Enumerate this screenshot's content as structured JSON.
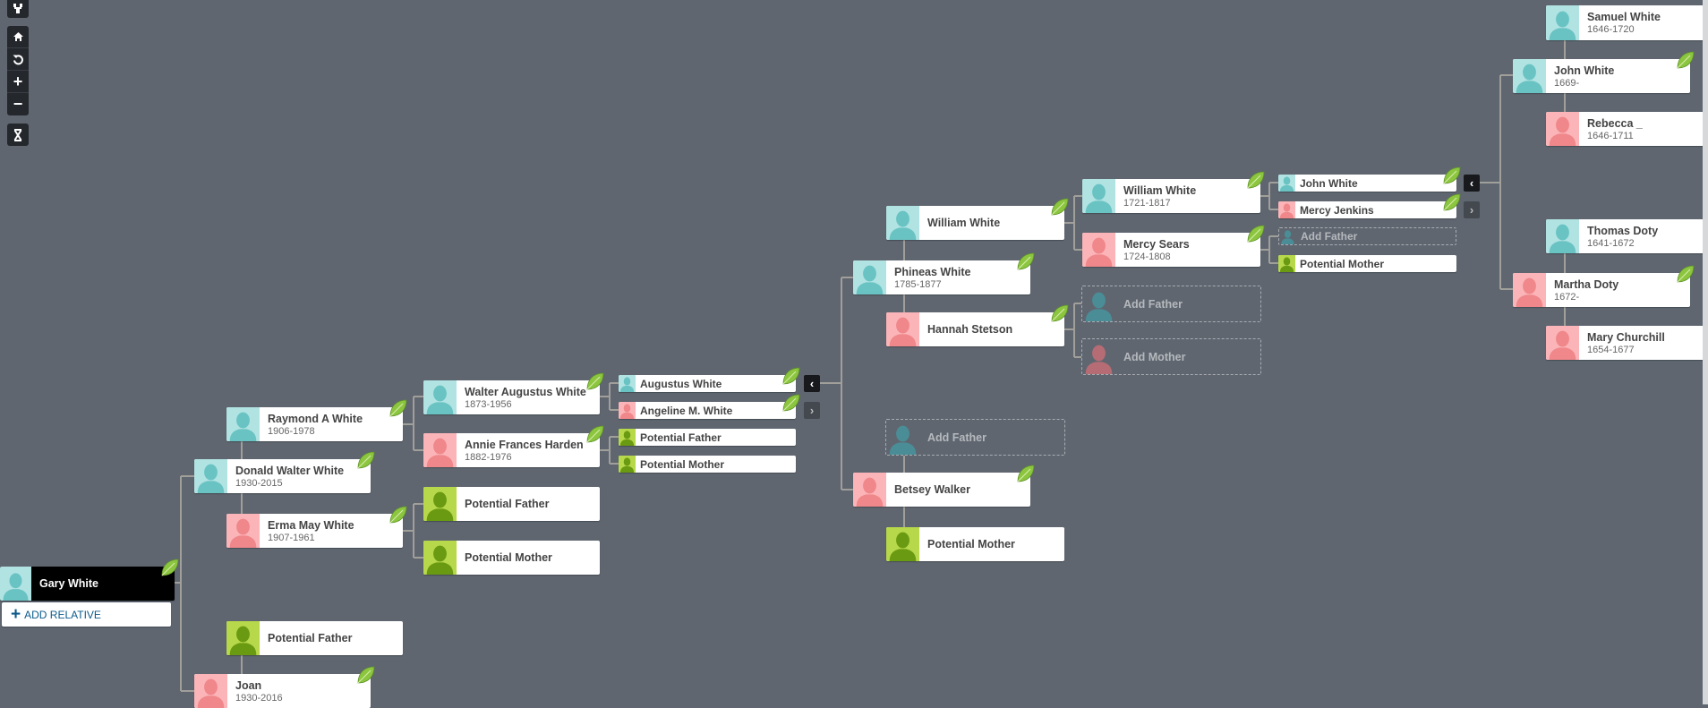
{
  "toolbar": {
    "top_icon": "pedigree-tree-icon",
    "group": [
      "home-icon",
      "refresh-icon",
      "zoom-in-icon",
      "zoom-out-icon"
    ],
    "dna_icon": "dna-icon"
  },
  "add_relative_label": "ADD RELATIVE",
  "colors": {
    "background": "#5f6670",
    "male_bg": "#b2e3e3",
    "male_fg": "#6ac3c3",
    "female_bg": "#fbb5b9",
    "female_fg": "#f0878a",
    "potential_bg": "#b6d84a",
    "potential_fg": "#6a9a12"
  },
  "people": {
    "gary": {
      "name": "Gary White",
      "years": "",
      "type": "male",
      "hint": true
    },
    "donald": {
      "name": "Donald Walter White",
      "years": "1930-2015",
      "type": "male",
      "hint": true
    },
    "raymond": {
      "name": "Raymond A White",
      "years": "1906-1978",
      "type": "male",
      "hint": true
    },
    "erma": {
      "name": "Erma May White",
      "years": "1907-1961",
      "type": "female",
      "hint": true
    },
    "pf2": {
      "name": "Potential Father",
      "years": "",
      "type": "potential",
      "hint": false
    },
    "joan": {
      "name": "Joan",
      "years": "1930-2016",
      "type": "female",
      "hint": true
    },
    "walter": {
      "name": "Walter Augustus White",
      "years": "1873-1956",
      "type": "male",
      "hint": true
    },
    "annie": {
      "name": "Annie Frances Harden",
      "years": "1882-1976",
      "type": "female",
      "hint": true
    },
    "pf3": {
      "name": "Potential Father",
      "years": "",
      "type": "potential",
      "hint": false
    },
    "pm3": {
      "name": "Potential Mother",
      "years": "",
      "type": "potential",
      "hint": false
    },
    "augustus": {
      "name": "Augustus White",
      "years": "",
      "type": "male",
      "hint": true
    },
    "angeline": {
      "name": "Angeline M. White",
      "years": "",
      "type": "female",
      "hint": true
    },
    "pf4": {
      "name": "Potential Father",
      "years": "",
      "type": "potential",
      "hint": false
    },
    "pm4": {
      "name": "Potential Mother",
      "years": "",
      "type": "potential",
      "hint": false
    },
    "phineas": {
      "name": "Phineas White",
      "years": "1785-1877",
      "type": "male",
      "hint": true
    },
    "william": {
      "name": "William White",
      "years": "",
      "type": "male",
      "hint": true
    },
    "hannah": {
      "name": "Hannah Stetson",
      "years": "",
      "type": "female",
      "hint": true
    },
    "addf1": {
      "name": "Add Father",
      "years": "",
      "type": "add-male",
      "hint": false
    },
    "addm1": {
      "name": "Add Mother",
      "years": "",
      "type": "add-female",
      "hint": false
    },
    "addf2": {
      "name": "Add Father",
      "years": "",
      "type": "add-male",
      "hint": false
    },
    "betsey": {
      "name": "Betsey Walker",
      "years": "",
      "type": "female",
      "hint": true
    },
    "pm5": {
      "name": "Potential Mother",
      "years": "",
      "type": "potential",
      "hint": false
    },
    "william2": {
      "name": "William White",
      "years": "1721-1817",
      "type": "male",
      "hint": true
    },
    "mercys": {
      "name": "Mercy Sears",
      "years": "1724-1808",
      "type": "female",
      "hint": true
    },
    "johns": {
      "name": "John White",
      "years": "",
      "type": "male",
      "hint": true
    },
    "mercyj": {
      "name": "Mercy Jenkins",
      "years": "",
      "type": "female",
      "hint": true
    },
    "addf3": {
      "name": "Add Father",
      "years": "",
      "type": "add-male",
      "hint": false
    },
    "pm6": {
      "name": "Potential Mother",
      "years": "",
      "type": "potential",
      "hint": false
    },
    "johnw": {
      "name": "John White",
      "years": "1669-",
      "type": "male",
      "hint": true
    },
    "samuel": {
      "name": "Samuel White",
      "years": "1646-1720",
      "type": "male",
      "hint": false
    },
    "rebecca": {
      "name": "Rebecca _",
      "years": "1646-1711",
      "type": "female",
      "hint": false
    },
    "thomas": {
      "name": "Thomas Doty",
      "years": "1641-1672",
      "type": "male",
      "hint": false
    },
    "martha": {
      "name": "Martha Doty",
      "years": "1672-",
      "type": "female",
      "hint": true
    },
    "mary": {
      "name": "Mary Churchill",
      "years": "1654-1677",
      "type": "female",
      "hint": false
    }
  },
  "nav_arrows": {
    "back": "‹",
    "forward": "›"
  }
}
